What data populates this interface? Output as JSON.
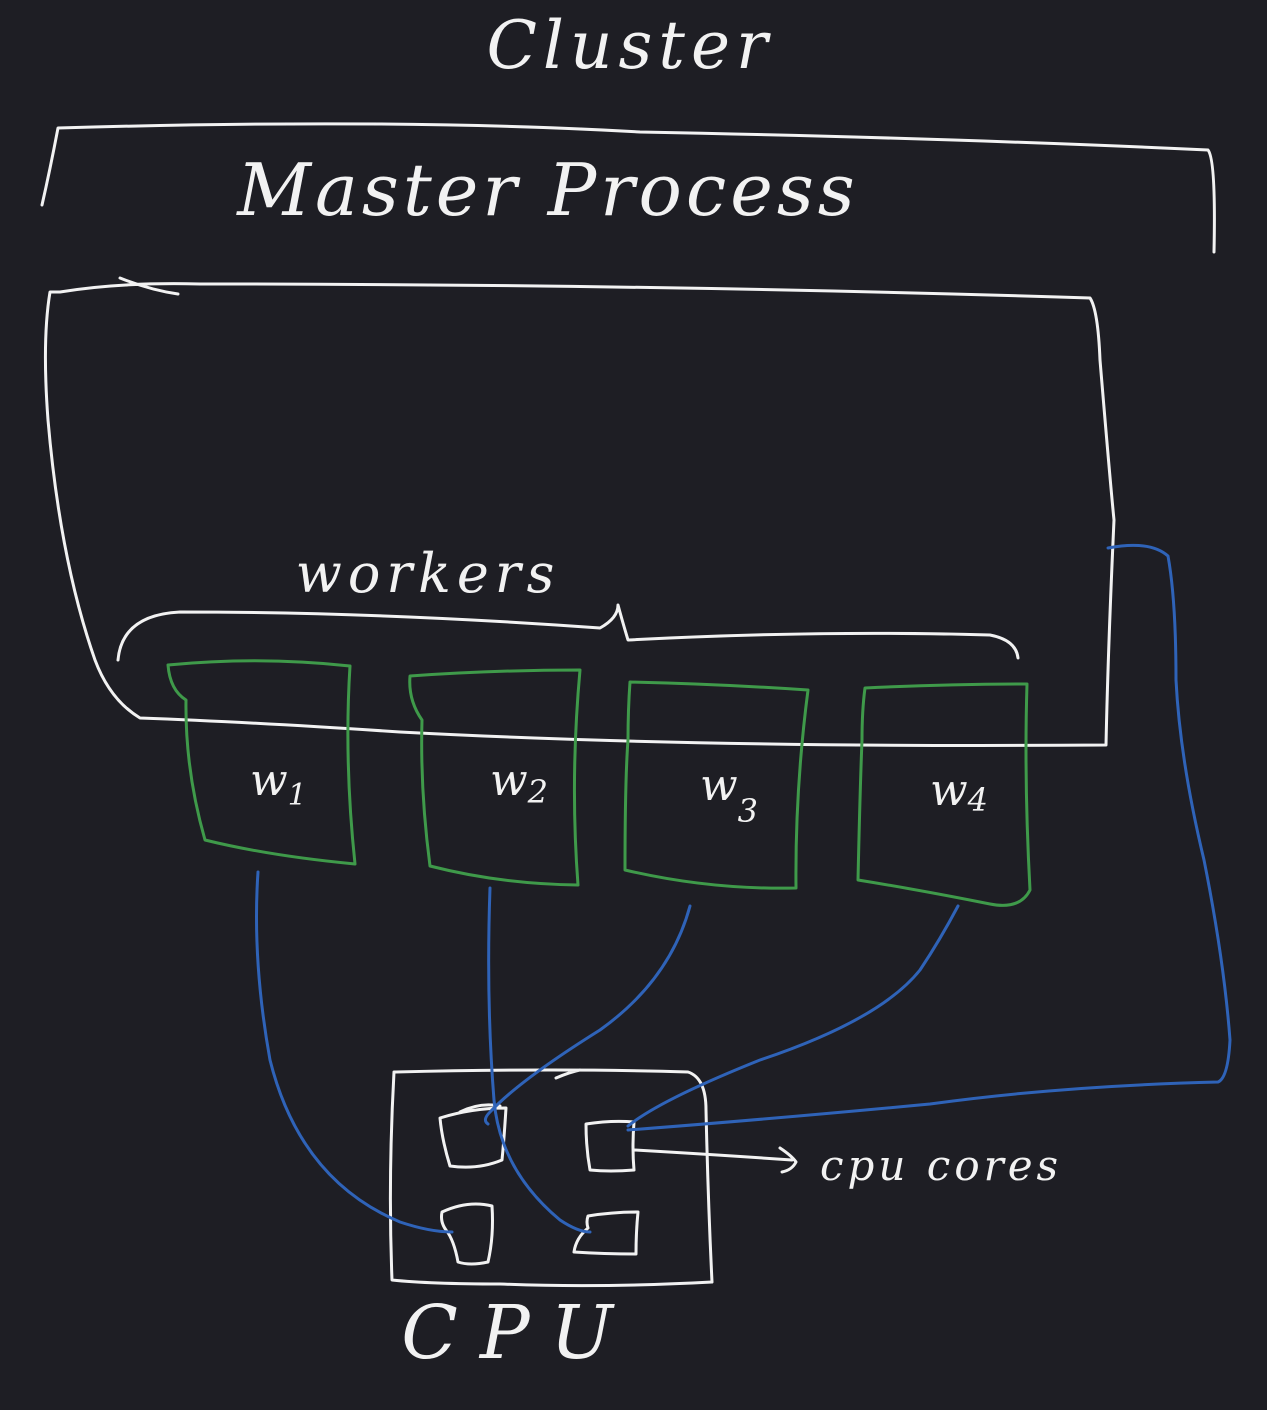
{
  "diagram": {
    "title": "Cluster",
    "master_label": "Master Process",
    "workers_label": "workers",
    "workers": [
      {
        "name": "w",
        "index": "1"
      },
      {
        "name": "w",
        "index": "2"
      },
      {
        "name": "w",
        "index": "3"
      },
      {
        "name": "w",
        "index": "4"
      }
    ],
    "cpu_label": "CPU",
    "cores_label": "cpu cores",
    "colors": {
      "background": "#1e1e24",
      "outline": "#f2f2f2",
      "worker_box": "#3f9a4a",
      "connector": "#2f63b8"
    }
  }
}
